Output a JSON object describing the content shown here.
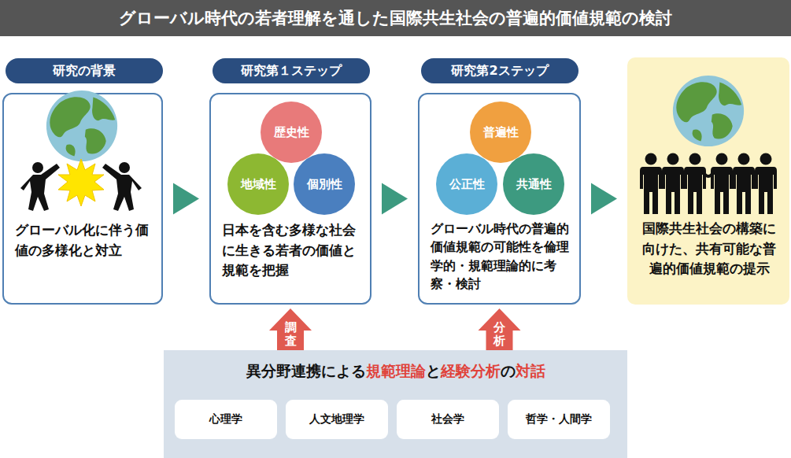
{
  "diagram": {
    "title": "グローバル時代の若者理解を通した国際共生社会の普遍的価値規範の検討",
    "nodes": [
      {
        "text": [
          "研究の背景",
          "グローバル化に伴う価値の多様化と対立"
        ]
      },
      {
        "text": [
          "研究第１ステップ",
          "日本を含む多様な社会に生きる若者の価値と規範を把握"
        ]
      },
      {
        "text": [
          "歴史性"
        ],
        "in": 1
      },
      {
        "text": [
          "地域性"
        ],
        "in": 1
      },
      {
        "text": [
          "個別性"
        ],
        "in": 1
      },
      {
        "text": [
          "研究第2ステップ",
          "グローバル時代の普遍的価値規範の可能性を倫理学的・規範理論的に考察・検討"
        ]
      },
      {
        "text": [
          "普遍性"
        ],
        "in": 5
      },
      {
        "text": [
          "公正性"
        ],
        "in": 5
      },
      {
        "text": [
          "共通性"
        ],
        "in": 5
      },
      {
        "text": [
          "国際共生社会の構築に向けた、共有可能な普遍的価値規範の提示"
        ]
      },
      {
        "text": [
          "異分野連携による規範理論と経験分析の対話"
        ]
      },
      {
        "text": [
          "心理学"
        ],
        "in": 10
      },
      {
        "text": [
          "人文地理学"
        ],
        "in": 10
      },
      {
        "text": [
          "社会学"
        ],
        "in": 10
      },
      {
        "text": [
          "哲学・人間学"
        ],
        "in": 10
      }
    ],
    "edges": [
      {
        "from": 0,
        "to": 1,
        "arrow": "to"
      },
      {
        "from": 1,
        "to": 5,
        "arrow": "to"
      },
      {
        "from": 5,
        "to": 9,
        "arrow": "to"
      },
      {
        "from": 10,
        "to": 1,
        "label": "調査",
        "arrow": "to"
      },
      {
        "from": 10,
        "to": 5,
        "label": "分析",
        "arrow": "to"
      }
    ]
  }
}
